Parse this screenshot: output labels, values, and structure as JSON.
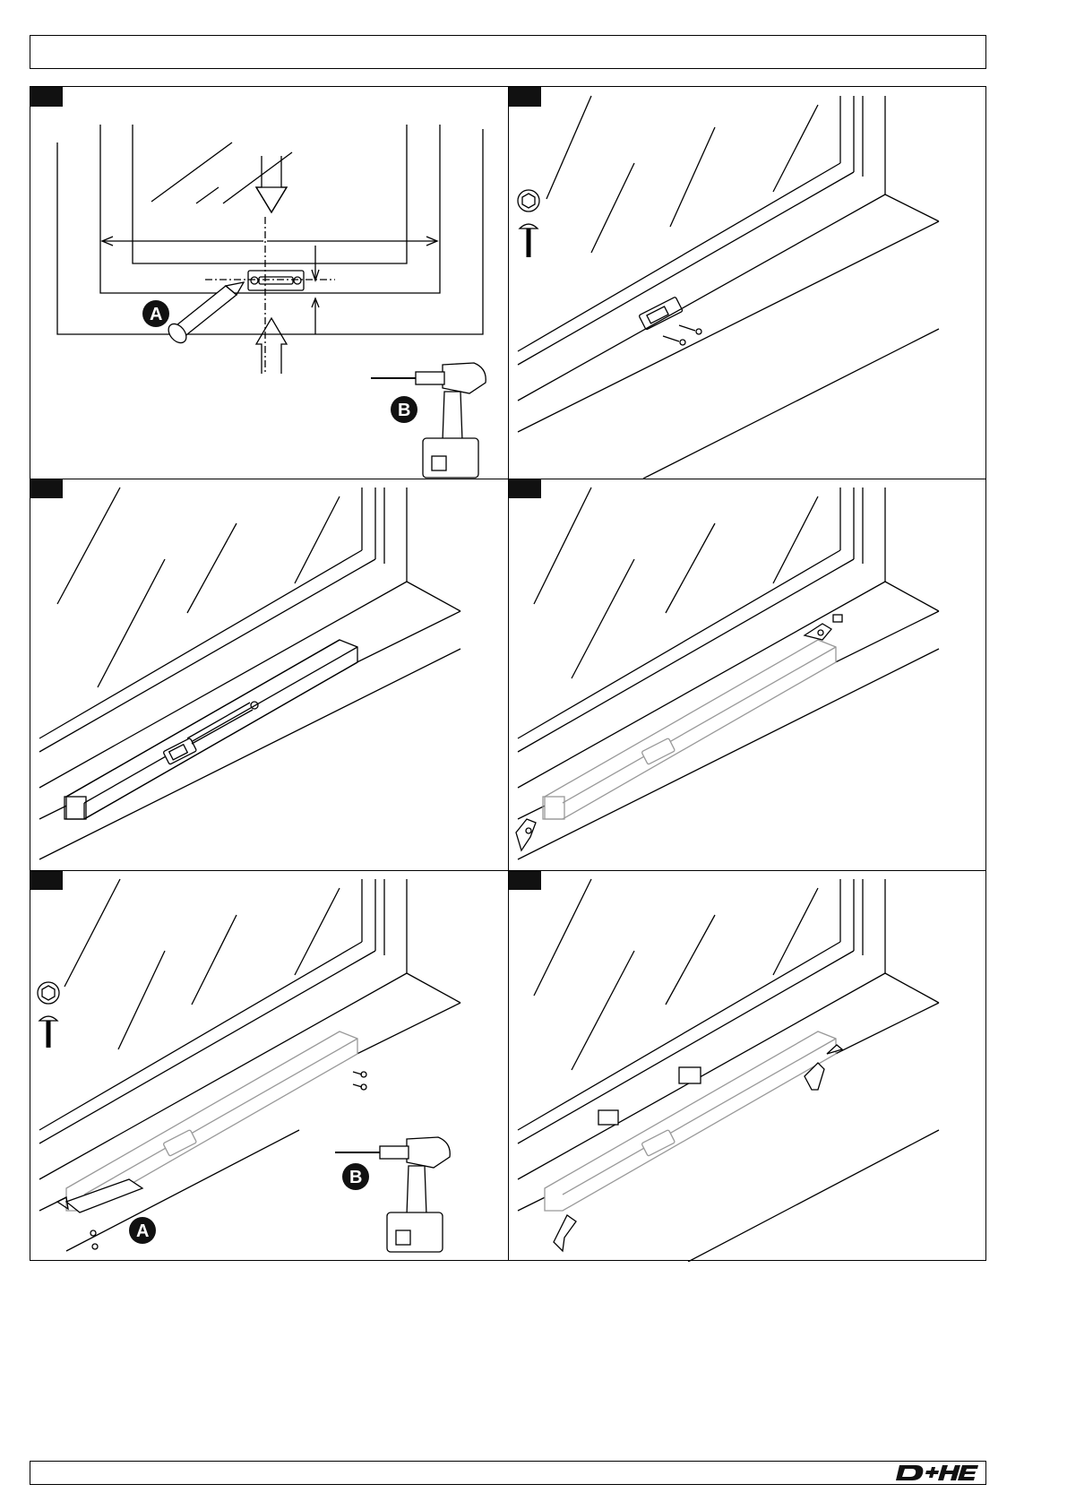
{
  "header": {
    "title": ""
  },
  "steps": [
    {
      "badges": [
        {
          "letter": "A"
        },
        {
          "letter": "B"
        }
      ]
    },
    {
      "badges": []
    },
    {
      "badges": []
    },
    {
      "badges": []
    },
    {
      "badges": [
        {
          "letter": "B"
        },
        {
          "letter": "A"
        }
      ]
    },
    {
      "badges": []
    }
  ],
  "footer": {
    "logo_text": "D+H"
  }
}
